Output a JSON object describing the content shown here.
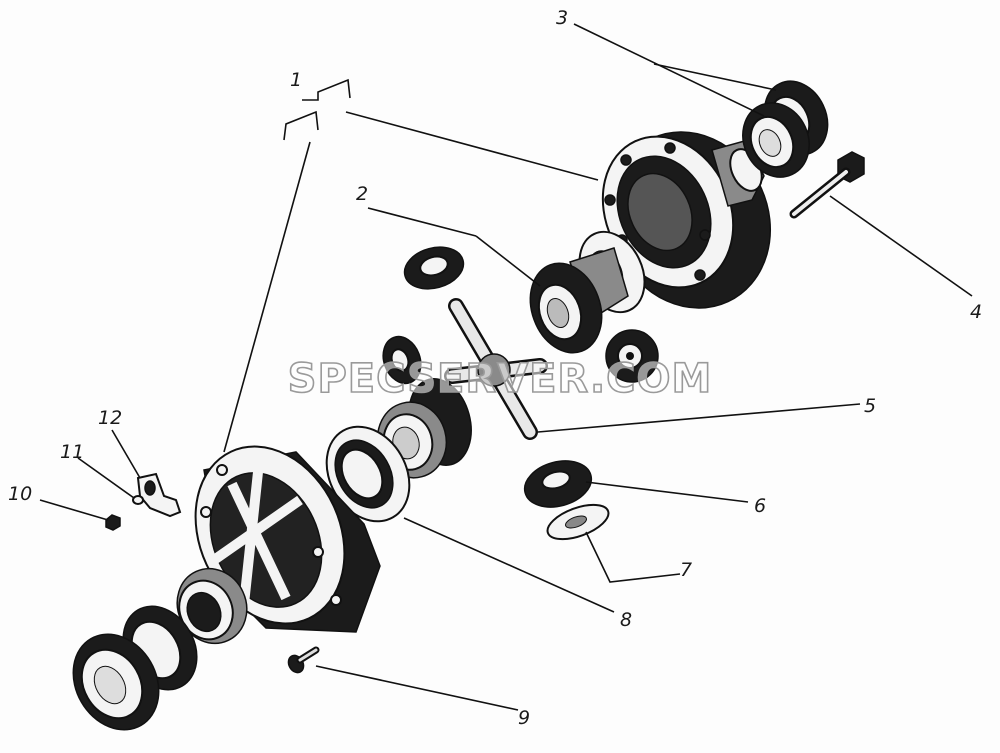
{
  "watermark": "SPECSERVER.COM",
  "callouts": [
    {
      "id": "1",
      "text": "1",
      "part": "differential-housing"
    },
    {
      "id": "2",
      "text": "2",
      "part": "side-gear"
    },
    {
      "id": "3",
      "text": "3",
      "part": "tapered-roller-bearing-upper"
    },
    {
      "id": "4",
      "text": "4",
      "part": "long-bolt"
    },
    {
      "id": "5",
      "text": "5",
      "part": "spider-cross"
    },
    {
      "id": "6",
      "text": "6",
      "part": "pinion-gear"
    },
    {
      "id": "7",
      "text": "7",
      "part": "pinion-thrust-washer"
    },
    {
      "id": "8",
      "text": "8",
      "part": "side-gear-thrust-washer"
    },
    {
      "id": "9",
      "text": "9",
      "part": "short-bolt"
    },
    {
      "id": "10",
      "text": "10",
      "part": "lock-bolt"
    },
    {
      "id": "11",
      "text": "11",
      "part": "spring-washer"
    },
    {
      "id": "12",
      "text": "12",
      "part": "lock-plate"
    }
  ]
}
